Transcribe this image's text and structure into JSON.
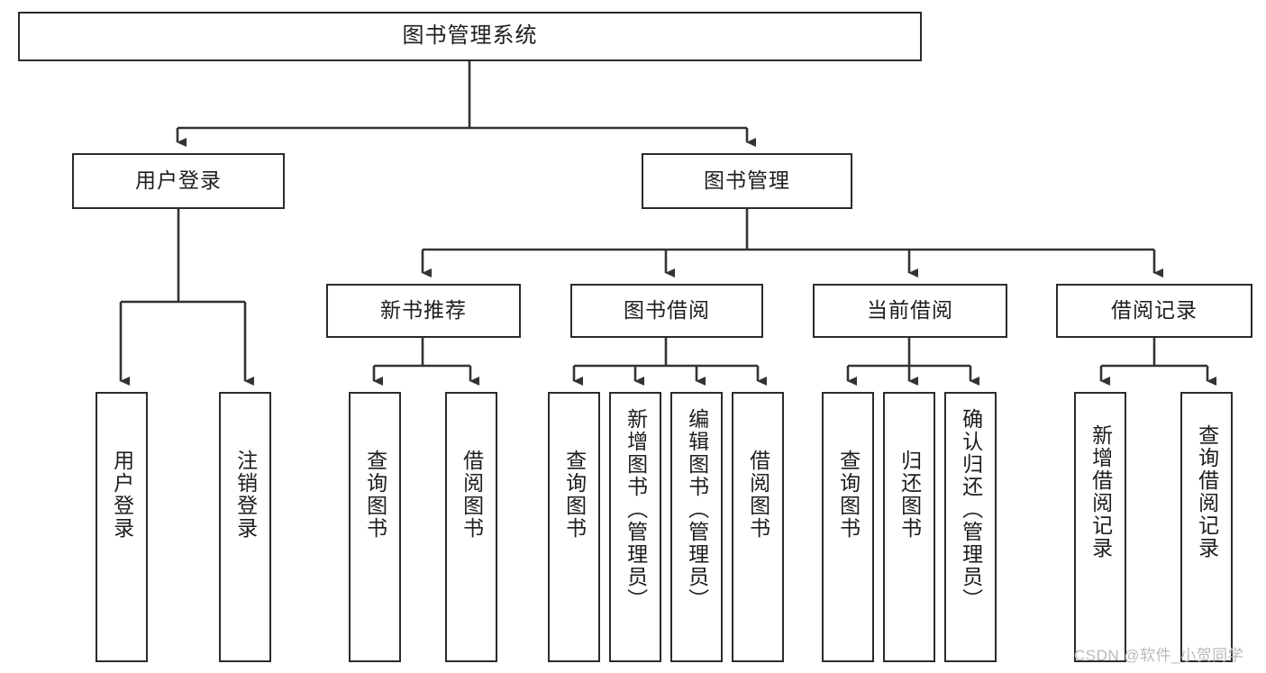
{
  "diagram": {
    "title": "图书管理系统",
    "type": "tree",
    "watermark": "CSDN @软件_小贺同学",
    "colors": {
      "box_border": "#2b2b2b",
      "box_fill": "#ffffff",
      "connector": "#333333",
      "text": "#1d1d1d",
      "watermark": "#b9b9b9",
      "background": "#ffffff"
    },
    "levels": {
      "root": {
        "label": "图书管理系统"
      },
      "level2": [
        {
          "label": "用户登录"
        },
        {
          "label": "图书管理"
        }
      ],
      "level3": [
        {
          "label": "新书推荐"
        },
        {
          "label": "图书借阅"
        },
        {
          "label": "当前借阅"
        },
        {
          "label": "借阅记录"
        }
      ],
      "leaves": {
        "user_login": [
          {
            "label": "用户登录"
          },
          {
            "label": "注销登录"
          }
        ],
        "new_book_recommend": [
          {
            "label": "查询图书"
          },
          {
            "label": "借阅图书"
          }
        ],
        "book_borrow": [
          {
            "label": "查询图书"
          },
          {
            "label": "新增图书（管理员）"
          },
          {
            "label": "编辑图书（管理员）"
          },
          {
            "label": "借阅图书"
          }
        ],
        "current_borrow": [
          {
            "label": "查询图书"
          },
          {
            "label": "归还图书"
          },
          {
            "label": "确认归还（管理员）"
          }
        ],
        "borrow_record": [
          {
            "label": "新增借阅记录"
          },
          {
            "label": "查询借阅记录"
          }
        ]
      }
    }
  }
}
